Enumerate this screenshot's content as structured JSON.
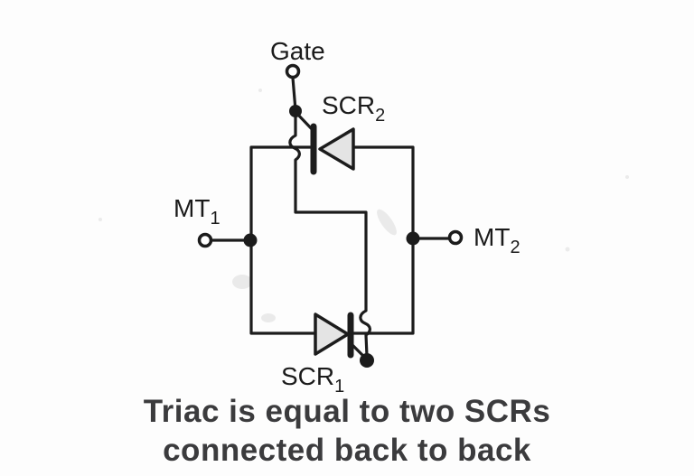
{
  "diagram": {
    "gate_label": "Gate",
    "scr2_label": {
      "base": "SCR",
      "sub": "2"
    },
    "scr1_label": {
      "base": "SCR",
      "sub": "1"
    },
    "mt1_label": {
      "base": "MT",
      "sub": "1"
    },
    "mt2_label": {
      "base": "MT",
      "sub": "2"
    },
    "colors": {
      "line": "#1c1c1c",
      "label_text": "#1b1b1b",
      "triangle_fill": "#e4e4e4",
      "caption_text": "#3b3b3d",
      "background": "#fdfdfd"
    }
  },
  "caption": {
    "line1": "Triac is equal to two SCRs",
    "line2": "connected back to back"
  }
}
